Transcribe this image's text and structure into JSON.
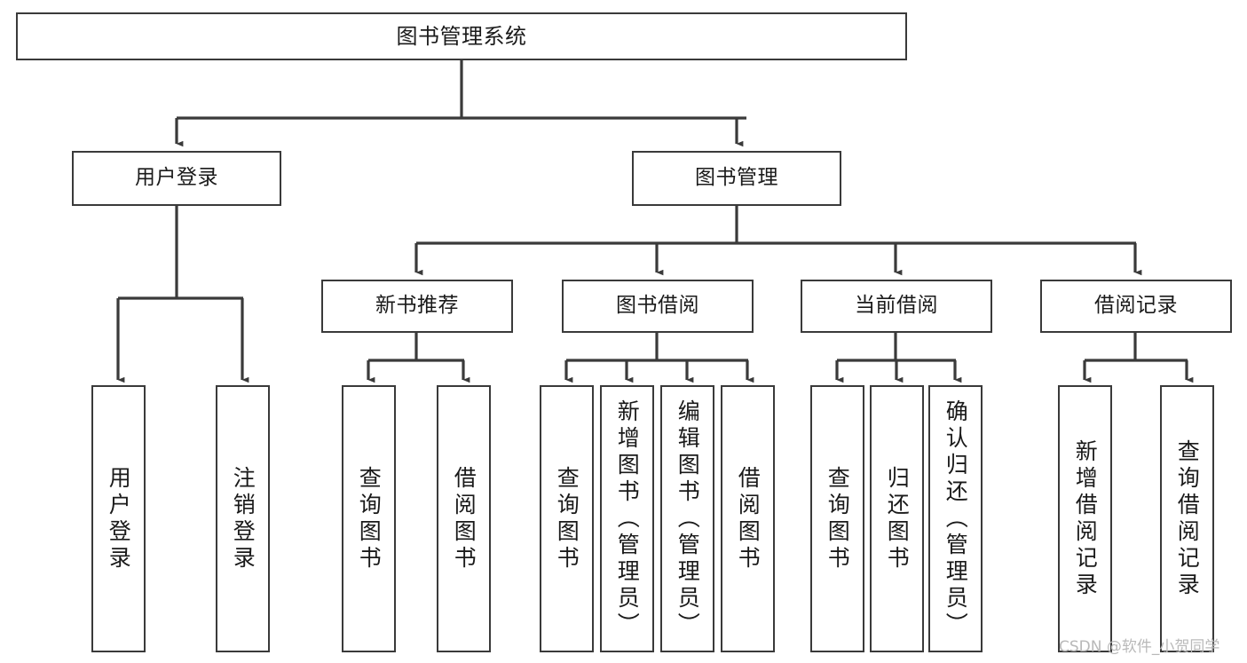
{
  "diagram": {
    "title": "图书管理系统",
    "type": "tree-hierarchy",
    "orientation": "top-down",
    "colors": {
      "box_border": "#3a3a3a",
      "box_fill": "#ffffff",
      "edge": "#3a3a3a",
      "text": "#1a1a1a",
      "watermark": "#b9b9b9",
      "background": "#ffffff"
    }
  },
  "watermark": {
    "text": "CSDN @软件_小贺同学"
  },
  "nodes": {
    "root": {
      "label": "图书管理系统",
      "level": 0
    },
    "level1": [
      {
        "id": "user-login",
        "label": "用户登录"
      },
      {
        "id": "book-manage",
        "label": "图书管理"
      }
    ],
    "level2": [
      {
        "id": "new-book-recommend",
        "label": "新书推荐"
      },
      {
        "id": "book-borrow",
        "label": "图书借阅"
      },
      {
        "id": "current-borrow",
        "label": "当前借阅"
      },
      {
        "id": "borrow-record",
        "label": "借阅记录"
      }
    ],
    "leaves": {
      "user-login": [
        {
          "id": "leaf-user-login",
          "label": "用户登录"
        },
        {
          "id": "leaf-logout-login",
          "label": "注销登录"
        }
      ],
      "new-book-recommend": [
        {
          "id": "leaf-query-book-1",
          "label": "查询图书"
        },
        {
          "id": "leaf-borrow-book-1",
          "label": "借阅图书"
        }
      ],
      "book-borrow": [
        {
          "id": "leaf-query-book-2",
          "label": "查询图书"
        },
        {
          "id": "leaf-add-book",
          "label": "新增图书（管理员）"
        },
        {
          "id": "leaf-edit-book",
          "label": "编辑图书（管理员）"
        },
        {
          "id": "leaf-borrow-book-2",
          "label": "借阅图书"
        }
      ],
      "current-borrow": [
        {
          "id": "leaf-query-book-3",
          "label": "查询图书"
        },
        {
          "id": "leaf-return-book",
          "label": "归还图书"
        },
        {
          "id": "leaf-confirm-return",
          "label": "确认归还（管理员）"
        }
      ],
      "borrow-record": [
        {
          "id": "leaf-add-record",
          "label": "新增借阅记录"
        },
        {
          "id": "leaf-query-record",
          "label": "查询借阅记录"
        }
      ]
    }
  }
}
